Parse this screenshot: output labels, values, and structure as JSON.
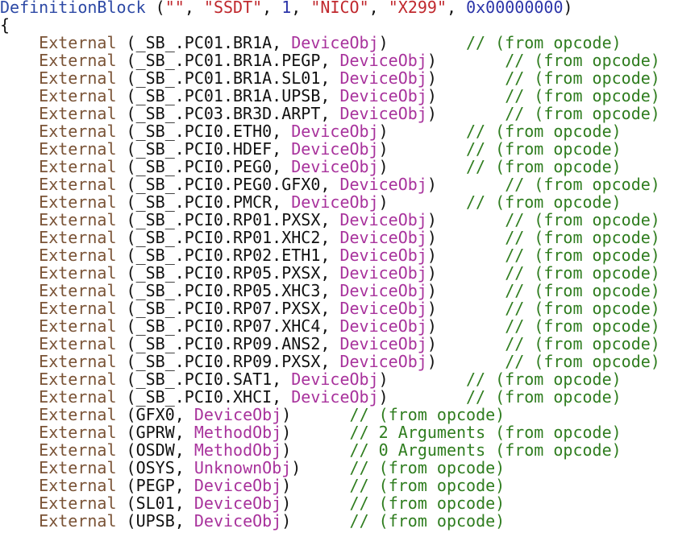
{
  "colors": {
    "keyword": "#2d49a5",
    "string": "#c0282d",
    "number": "#2b34a9",
    "external": "#7a5336",
    "type": "#a8329c",
    "comment": "#2f7d1f",
    "plain": "#111111",
    "background": "#ffffff"
  },
  "header": {
    "keyword": "DefinitionBlock",
    "args": [
      {
        "kind": "string",
        "text": "\"\""
      },
      {
        "kind": "string",
        "text": "\"SSDT\""
      },
      {
        "kind": "number",
        "text": "1"
      },
      {
        "kind": "string",
        "text": "\"NICO\""
      },
      {
        "kind": "string",
        "text": "\"X299\""
      },
      {
        "kind": "number",
        "text": "0x00000000"
      }
    ],
    "open_brace": "{"
  },
  "externals": [
    {
      "keyword": "External",
      "path": "_SB_.PC01.BR1A",
      "type": "DeviceObj",
      "comment": "// (from opcode)"
    },
    {
      "keyword": "External",
      "path": "_SB_.PC01.BR1A.PEGP",
      "type": "DeviceObj",
      "comment": "// (from opcode)"
    },
    {
      "keyword": "External",
      "path": "_SB_.PC01.BR1A.SL01",
      "type": "DeviceObj",
      "comment": "// (from opcode)"
    },
    {
      "keyword": "External",
      "path": "_SB_.PC01.BR1A.UPSB",
      "type": "DeviceObj",
      "comment": "// (from opcode)"
    },
    {
      "keyword": "External",
      "path": "_SB_.PC03.BR3D.ARPT",
      "type": "DeviceObj",
      "comment": "// (from opcode)"
    },
    {
      "keyword": "External",
      "path": "_SB_.PCI0.ETH0",
      "type": "DeviceObj",
      "comment": "// (from opcode)"
    },
    {
      "keyword": "External",
      "path": "_SB_.PCI0.HDEF",
      "type": "DeviceObj",
      "comment": "// (from opcode)"
    },
    {
      "keyword": "External",
      "path": "_SB_.PCI0.PEG0",
      "type": "DeviceObj",
      "comment": "// (from opcode)"
    },
    {
      "keyword": "External",
      "path": "_SB_.PCI0.PEG0.GFX0",
      "type": "DeviceObj",
      "comment": "// (from opcode)"
    },
    {
      "keyword": "External",
      "path": "_SB_.PCI0.PMCR",
      "type": "DeviceObj",
      "comment": "// (from opcode)"
    },
    {
      "keyword": "External",
      "path": "_SB_.PCI0.RP01.PXSX",
      "type": "DeviceObj",
      "comment": "// (from opcode)"
    },
    {
      "keyword": "External",
      "path": "_SB_.PCI0.RP01.XHC2",
      "type": "DeviceObj",
      "comment": "// (from opcode)"
    },
    {
      "keyword": "External",
      "path": "_SB_.PCI0.RP02.ETH1",
      "type": "DeviceObj",
      "comment": "// (from opcode)"
    },
    {
      "keyword": "External",
      "path": "_SB_.PCI0.RP05.PXSX",
      "type": "DeviceObj",
      "comment": "// (from opcode)"
    },
    {
      "keyword": "External",
      "path": "_SB_.PCI0.RP05.XHC3",
      "type": "DeviceObj",
      "comment": "// (from opcode)"
    },
    {
      "keyword": "External",
      "path": "_SB_.PCI0.RP07.PXSX",
      "type": "DeviceObj",
      "comment": "// (from opcode)"
    },
    {
      "keyword": "External",
      "path": "_SB_.PCI0.RP07.XHC4",
      "type": "DeviceObj",
      "comment": "// (from opcode)"
    },
    {
      "keyword": "External",
      "path": "_SB_.PCI0.RP09.ANS2",
      "type": "DeviceObj",
      "comment": "// (from opcode)"
    },
    {
      "keyword": "External",
      "path": "_SB_.PCI0.RP09.PXSX",
      "type": "DeviceObj",
      "comment": "// (from opcode)"
    },
    {
      "keyword": "External",
      "path": "_SB_.PCI0.SAT1",
      "type": "DeviceObj",
      "comment": "// (from opcode)"
    },
    {
      "keyword": "External",
      "path": "_SB_.PCI0.XHCI",
      "type": "DeviceObj",
      "comment": "// (from opcode)"
    },
    {
      "keyword": "External",
      "path": "GFX0",
      "type": "DeviceObj",
      "comment": "// (from opcode)"
    },
    {
      "keyword": "External",
      "path": "GPRW",
      "type": "MethodObj",
      "comment": "// 2 Arguments (from opcode)"
    },
    {
      "keyword": "External",
      "path": "OSDW",
      "type": "MethodObj",
      "comment": "// 0 Arguments (from opcode)"
    },
    {
      "keyword": "External",
      "path": "OSYS",
      "type": "UnknownObj",
      "comment": "// (from opcode)"
    },
    {
      "keyword": "External",
      "path": "PEGP",
      "type": "DeviceObj",
      "comment": "// (from opcode)"
    },
    {
      "keyword": "External",
      "path": "SL01",
      "type": "DeviceObj",
      "comment": "// (from opcode)"
    },
    {
      "keyword": "External",
      "path": "UPSB",
      "type": "DeviceObj",
      "comment": "// (from opcode)"
    }
  ]
}
